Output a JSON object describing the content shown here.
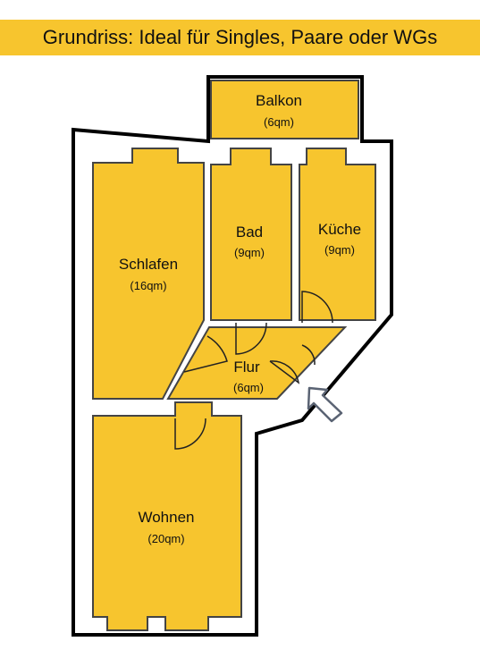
{
  "title": "Grundriss: Ideal für Singles, Paare oder WGs",
  "rooms": [
    {
      "id": "balkon",
      "name": "Balkon",
      "area": "(6qm)"
    },
    {
      "id": "schlafen",
      "name": "Schlafen",
      "area": "(16qm)"
    },
    {
      "id": "bad",
      "name": "Bad",
      "area": "(9qm)"
    },
    {
      "id": "kueche",
      "name": "Küche",
      "area": "(9qm)"
    },
    {
      "id": "flur",
      "name": "Flur",
      "area": "(6qm)"
    },
    {
      "id": "wohnen",
      "name": "Wohnen",
      "area": "(20qm)"
    }
  ],
  "colors": {
    "room_fill": "#f7c52e",
    "banner": "#f7c52e",
    "wall": "#000000",
    "arrow_stroke": "#5a6373"
  },
  "icons": {
    "entrance": "entrance-arrow-icon"
  }
}
